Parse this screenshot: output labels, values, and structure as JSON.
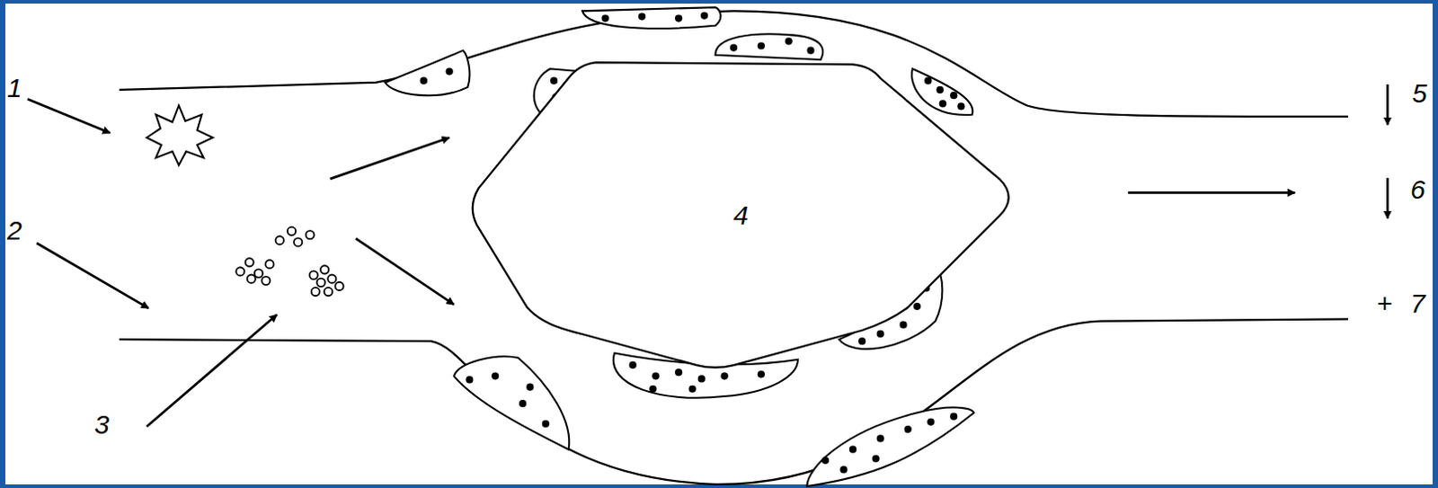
{
  "diagram": {
    "nodes": [
      {
        "text": [
          "4"
        ]
      }
    ],
    "labels": [
      "1",
      "2",
      "3",
      "5",
      "6",
      "+",
      "7"
    ]
  }
}
